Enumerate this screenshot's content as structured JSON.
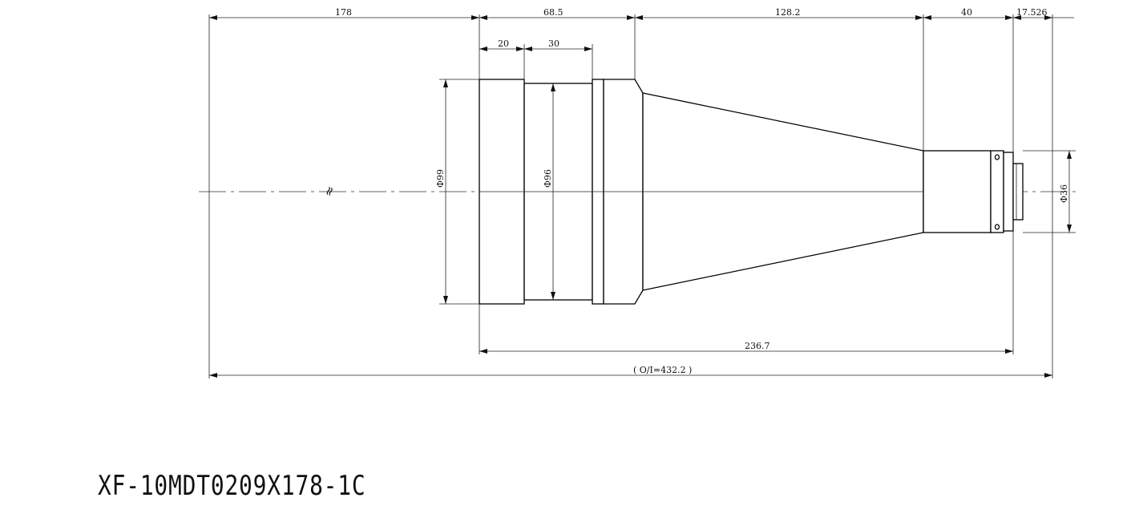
{
  "dimensions": {
    "d178": "178",
    "d68_5": "68.5",
    "d128_2": "128.2",
    "d40": "40",
    "d17_526": "17.526",
    "d20": "20",
    "d30": "30",
    "phi99": "Φ99",
    "phi96": "Φ96",
    "phi36": "Φ36",
    "d236_7": "236.7",
    "oi": "( O/I=432.2 )"
  },
  "break_symbol": "≈",
  "model_number": "XF-10MDT0209X178-1C"
}
